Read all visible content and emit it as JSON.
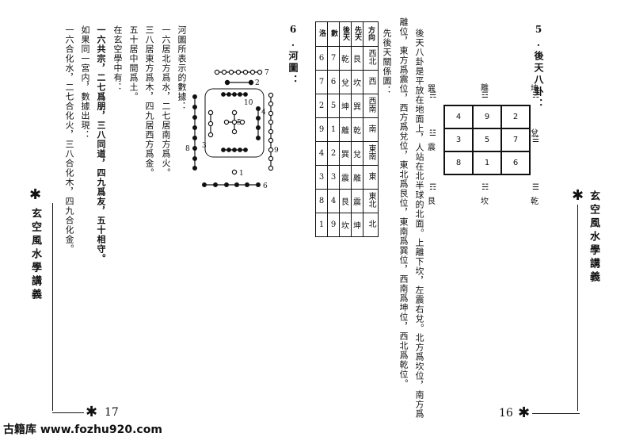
{
  "right_page": {
    "page_number": "16",
    "running_title": "玄空風水學講義",
    "section": {
      "number": "5.",
      "title": "後天八卦：",
      "paragraph": [
        "後天八卦是平放在地面上，人站在北半球的北面。上離下坎，左震右兌。北方爲坎位，南方爲",
        "離位，東方爲震位，西方爲兌位，東北爲艮位，東南爲巽位，西南爲坤位，西北爲乾位。",
        "先後天關係圖："
      ]
    },
    "diagram": {
      "grid": [
        "4",
        "9",
        "2",
        "3",
        "5",
        "7",
        "8",
        "1",
        "6"
      ],
      "trigram_labels": {
        "top_left": "巽",
        "top": "離",
        "top_right": "坤",
        "left": "震",
        "right": "兌",
        "bottom_left": "艮",
        "bottom": "坎",
        "bottom_right": "乾"
      },
      "trigram_symbols": {
        "xun": "☴",
        "li": "☲",
        "kun": "☷",
        "zhen": "☳",
        "dui": "☱",
        "gen": "☶",
        "kan": "☵",
        "qian": "☰"
      }
    }
  },
  "table": {
    "headers": [
      "方向",
      "先天",
      "後天",
      "數",
      "洛"
    ],
    "rows": [
      [
        "西北",
        "艮",
        "乾",
        "7",
        "6"
      ],
      [
        "西",
        "坎",
        "兌",
        "6",
        "7"
      ],
      [
        "西南",
        "巽",
        "坤",
        "5",
        "2"
      ],
      [
        "南",
        "乾",
        "離",
        "1",
        "9"
      ],
      [
        "東南",
        "兌",
        "巽",
        "2",
        "4"
      ],
      [
        "東",
        "離",
        "震",
        "3",
        "3"
      ],
      [
        "東北",
        "震",
        "艮",
        "4",
        "8"
      ],
      [
        "北",
        "坤",
        "坎",
        "9",
        "1"
      ]
    ]
  },
  "left_page": {
    "page_number": "17",
    "running_title": "玄空風水學講義",
    "section": {
      "number": "6.",
      "title": "河圖："
    },
    "hetu_numbers": [
      "7",
      "2",
      "10",
      "5",
      "3",
      "4",
      "9",
      "8",
      "1",
      "6"
    ],
    "lines": [
      "河圖所表示的數據：",
      "一六居北方爲水，二七居南方爲火。",
      "三八居東方爲木，四九居西方爲金。",
      "五十居中間爲土。",
      "在玄空學中有：",
      "一六共宗，二七爲朋，三八同道，四九爲友，五十相守。",
      "如果同一宮内，數據出現：",
      "一六合化水，二七合化火，三八合化木，四九合化金。"
    ]
  },
  "footer": {
    "site_name": "古籍库",
    "url": "www.fozhu920.com"
  },
  "ornament": "✱"
}
